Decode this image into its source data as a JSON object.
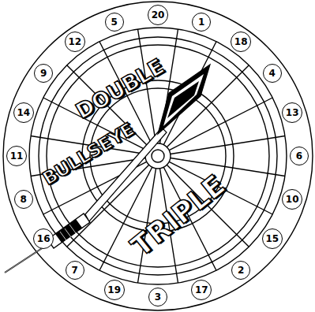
{
  "diagram": {
    "nodes": [
      {
        "text": [
          "20"
        ]
      },
      {
        "text": [
          "1"
        ]
      },
      {
        "text": [
          "18"
        ]
      },
      {
        "text": [
          "4"
        ]
      },
      {
        "text": [
          "13"
        ]
      },
      {
        "text": [
          "6"
        ]
      },
      {
        "text": [
          "10"
        ]
      },
      {
        "text": [
          "15"
        ]
      },
      {
        "text": [
          "2"
        ]
      },
      {
        "text": [
          "17"
        ]
      },
      {
        "text": [
          "3"
        ]
      },
      {
        "text": [
          "19"
        ]
      },
      {
        "text": [
          "7"
        ]
      },
      {
        "text": [
          "16"
        ]
      },
      {
        "text": [
          "8"
        ]
      },
      {
        "text": [
          "11"
        ]
      },
      {
        "text": [
          "14"
        ]
      },
      {
        "text": [
          "9"
        ]
      },
      {
        "text": [
          "12"
        ]
      },
      {
        "text": [
          "5"
        ]
      }
    ],
    "labels": [
      "DOUBLE",
      "BULLSEYE",
      "TRIPLE"
    ]
  }
}
